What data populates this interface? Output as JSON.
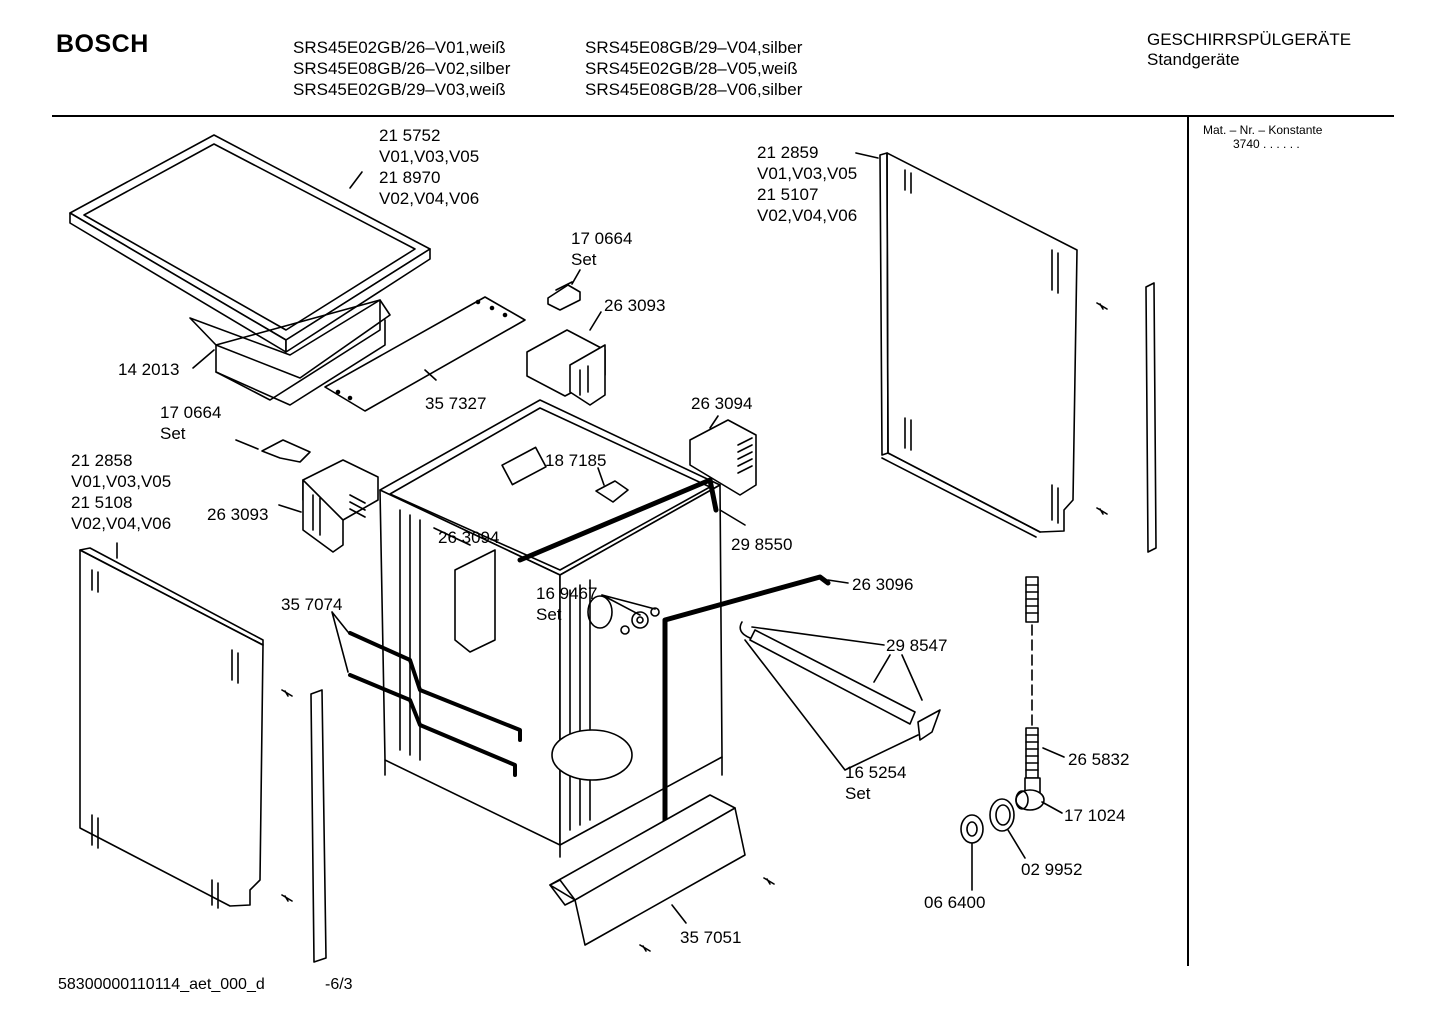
{
  "header": {
    "brand": "BOSCH",
    "models_col1": [
      "SRS45E02GB/26–V01,weiß",
      "SRS45E08GB/26–V02,silber",
      "SRS45E02GB/29–V03,weiß"
    ],
    "models_col2": [
      "SRS45E08GB/29–V04,silber",
      "SRS45E02GB/28–V05,weiß",
      "SRS45E08GB/28–V06,silber"
    ],
    "category": "GESCHIRRSPÜLGERÄTE",
    "subcategory": "Standgeräte"
  },
  "sidebar": {
    "mat_label": "Mat. – Nr. – Konstante",
    "mat_value": "3740  .  .  .  .  .  ."
  },
  "footer": {
    "doc_id": "58300000110114_aet_000_d",
    "page": "-6/3"
  },
  "parts": {
    "top_cover": [
      "21 5752",
      "V01,V03,V05",
      "21 8970",
      "V02,V04,V06"
    ],
    "right_side_panel": [
      "21 2859",
      "V01,V03,V05",
      "21 5107",
      "V02,V04,V06"
    ],
    "hinge_top": [
      "17 0664",
      "Set"
    ],
    "bracket_top": "26 3093",
    "support_14": "14 2013",
    "strip_35": "35 7327",
    "hinge_left": [
      "17 0664",
      "Set"
    ],
    "left_side_panel": [
      "21 2858",
      "V01,V03,V05",
      "21 5108",
      "V02,V04,V06"
    ],
    "bracket_left": "26 3093",
    "cover_right": "26 3094",
    "latch": "18 7185",
    "cover_inner": "26 3094",
    "seal_29": "29 8550",
    "seal_26": "26 3096",
    "set_16": [
      "16 9467",
      "Set"
    ],
    "rails": "35 7074",
    "rod": "29 8547",
    "set_165": [
      "16 5254",
      "Set"
    ],
    "hose": "26 5832",
    "elbow": "17 1024",
    "ring": "02 9952",
    "nut": "06 6400",
    "kick_plate": "35 7051"
  }
}
